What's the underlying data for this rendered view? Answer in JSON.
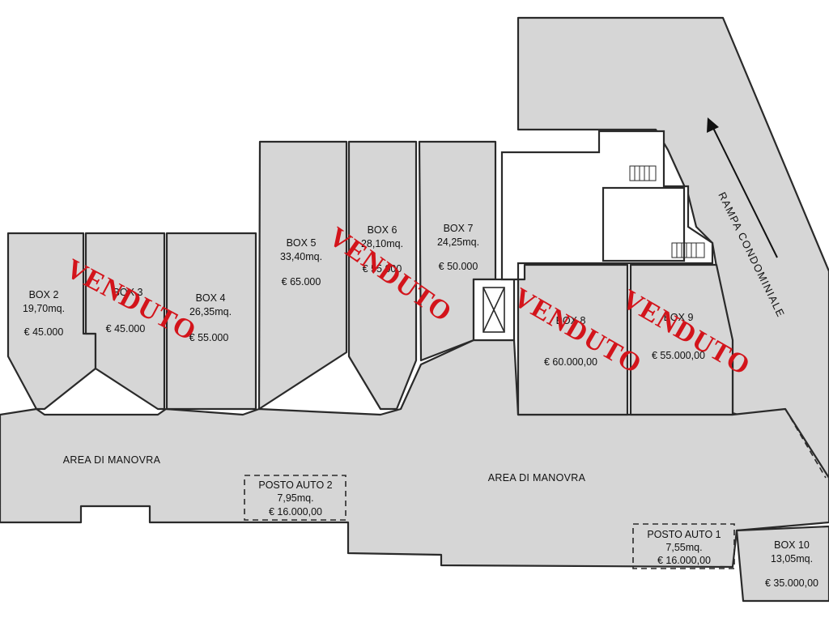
{
  "boxes": [
    {
      "id": "box2",
      "name": "BOX 2",
      "area": "19,70mq.",
      "price": "€ 45.000",
      "sold": true
    },
    {
      "id": "box3",
      "name": "BOX 3",
      "area": "",
      "price": "€ 45.000",
      "sold": true
    },
    {
      "id": "box4",
      "name": "BOX 4",
      "area": "26,35mq.",
      "price": "€ 55.000",
      "sold": false
    },
    {
      "id": "box5",
      "name": "BOX 5",
      "area": "33,40mq.",
      "price": "€ 65.000",
      "sold": false
    },
    {
      "id": "box6",
      "name": "BOX 6",
      "area": "28,10mq.",
      "price": "€ 55.000",
      "sold": true
    },
    {
      "id": "box7",
      "name": "BOX 7",
      "area": "24,25mq.",
      "price": "€ 50.000",
      "sold": false
    },
    {
      "id": "box8",
      "name": "BOX 8",
      "area": "",
      "price": "€ 60.000,00",
      "sold": true
    },
    {
      "id": "box9",
      "name": "BOX 9",
      "area": "",
      "price": "€ 55.000,00",
      "sold": true
    },
    {
      "id": "box10",
      "name": "BOX 10",
      "area": "13,05mq.",
      "price": "€ 35.000,00",
      "sold": false
    }
  ],
  "parking": [
    {
      "id": "posto2",
      "name": "POSTO AUTO 2",
      "area": "7,95mq.",
      "price": "€ 16.000,00"
    },
    {
      "id": "posto1",
      "name": "POSTO AUTO 1",
      "area": "7,55mq.",
      "price": "€ 16.000,00"
    }
  ],
  "labels": {
    "manoeuvre_area": "AREA DI MANOVRA",
    "ramp": "RAMPA CONDOMINIALE",
    "sold_stamp": "VENDUTO"
  },
  "colors": {
    "floor": "#d6d6d6",
    "sold_stamp": "#d3141b"
  }
}
